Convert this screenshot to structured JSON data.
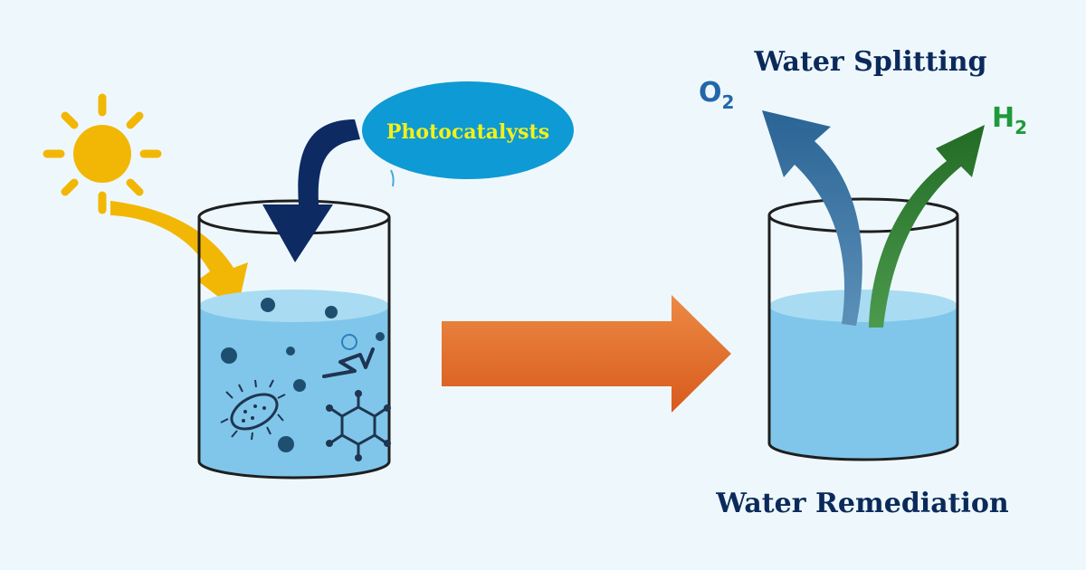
{
  "labels": {
    "photocatalysts": "Photocatalysts",
    "water_splitting": "Water Splitting",
    "water_remediation": "Water Remediation",
    "oxygen_symbol": "O",
    "oxygen_subscript": "2",
    "hydrogen_symbol": "H",
    "hydrogen_subscript": "2"
  },
  "colors": {
    "background": "#eef8fc",
    "sun": "#f2b705",
    "navy_arrow": "#0d2a63",
    "bubble": "#0e9ad4",
    "bubble_text": "#f3f01c",
    "orange_arrow": "#e0692a",
    "o2_arrow": "#2e6f9c",
    "h2_arrow": "#2f7d32",
    "title_text": "#0b2a5b",
    "o2_text": "#2467a8",
    "h2_text": "#1f9a3a",
    "water": "#7fc6ea",
    "water_top": "#a9dcf2",
    "particle": "#1f4f70"
  },
  "icons": [
    "sun-icon",
    "bacterium-icon",
    "hexagon-molecule-icon",
    "polymer-chain-icon"
  ]
}
